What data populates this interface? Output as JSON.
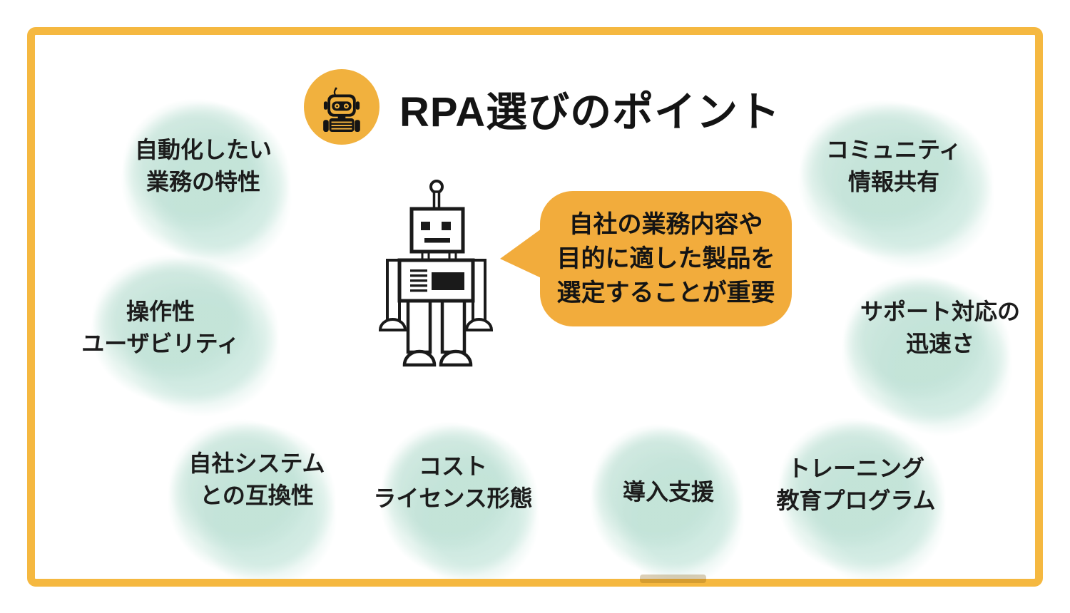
{
  "title": "RPA選びのポイント",
  "header_icon": "robot-badge-icon",
  "speech_bubble": {
    "lines": [
      "自社の業務内容や",
      "目的に適した製品を",
      "選定することが重要"
    ]
  },
  "points": [
    {
      "lines": [
        "自動化したい",
        "業務の特性"
      ],
      "position": "top-left"
    },
    {
      "lines": [
        "コミュニティ",
        "情報共有"
      ],
      "position": "top-right"
    },
    {
      "lines": [
        "操作性",
        "ユーザビリティ"
      ],
      "position": "middle-left"
    },
    {
      "lines": [
        "サポート対応の",
        "迅速さ"
      ],
      "position": "middle-right"
    },
    {
      "lines": [
        "自社システム",
        "との互換性"
      ],
      "position": "bottom-left"
    },
    {
      "lines": [
        "コスト",
        "ライセンス形態"
      ],
      "position": "bottom-center-left"
    },
    {
      "lines": [
        "導入支援"
      ],
      "position": "bottom-center-right"
    },
    {
      "lines": [
        "トレーニング",
        "教育プログラム"
      ],
      "position": "bottom-right"
    }
  ],
  "colors": {
    "border": "#F5B840",
    "accent_orange": "#F1B13E",
    "bubble": "#F2AC3C",
    "watercolor": "#D9EDE5",
    "text": "#1C1C1C"
  }
}
